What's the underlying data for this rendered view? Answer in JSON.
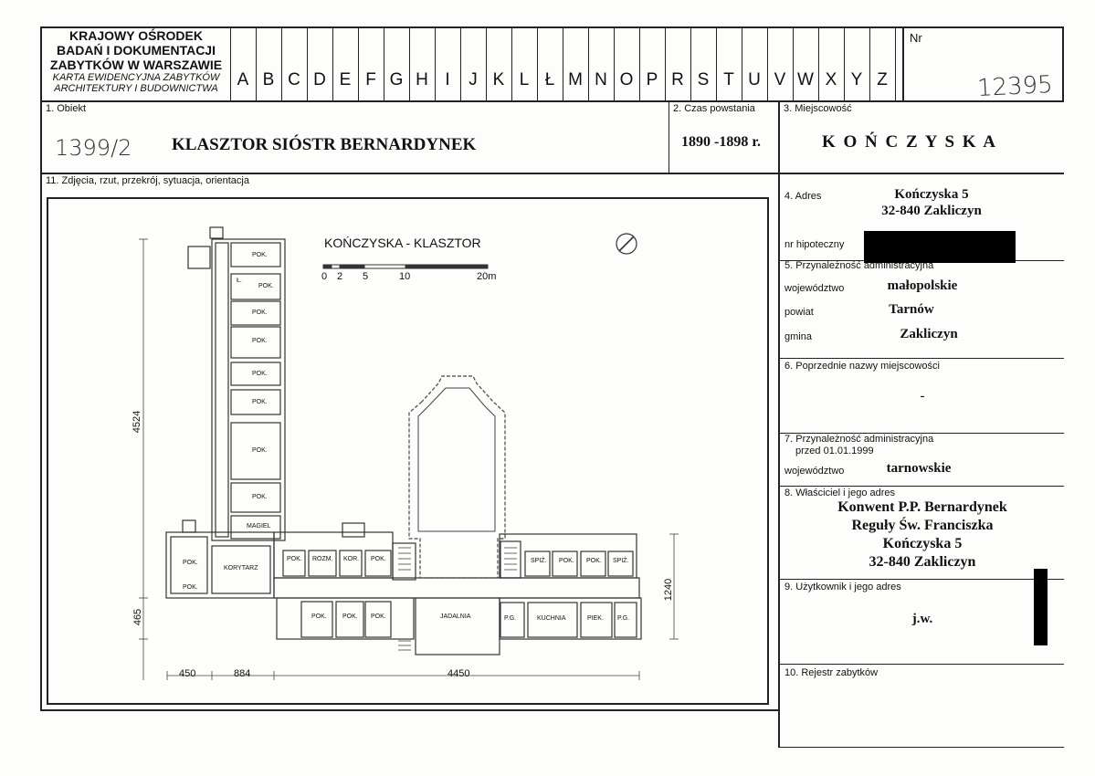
{
  "header": {
    "institution_lines": [
      "KRAJOWY OŚRODEK",
      "BADAŃ I DOKUMENTACJI",
      "ZABYTKÓW W WARSZAWIE"
    ],
    "subtitle_lines": [
      "KARTA EWIDENCYJNA ZABYTKÓW",
      "ARCHITEKTURY I BUDOWNICTWA"
    ],
    "letters": [
      "A",
      "B",
      "C",
      "D",
      "E",
      "F",
      "G",
      "H",
      "I",
      "J",
      "K",
      "L",
      "Ł",
      "M",
      "N",
      "O",
      "P",
      "R",
      "S",
      "T",
      "U",
      "V",
      "W",
      "X",
      "Y",
      "Z"
    ],
    "nr_label": "Nr",
    "nr_value": "12395"
  },
  "fields": {
    "obiekt_label": "1. Obiekt",
    "obiekt_value": "KLASZTOR SIÓSTR BERNARDYNEK",
    "obiekt_handwritten": "1399/2",
    "czas_label": "2. Czas powstania",
    "czas_value": "1890 -1898 r.",
    "miejscowosc_label": "3. Miejscowość",
    "miejscowosc_value": "K O Ń C Z Y S K A",
    "zdjecia_label": "11. Zdjęcia, rzut, przekrój, sytuacja, orientacja",
    "adres_label": "4. Adres",
    "adres_line1": "Kończyska 5",
    "adres_line2": "32-840 Zakliczyn",
    "hipoteczny_label": "nr hipoteczny",
    "przynaleznosc_label": "5. Przynależność administracyjna",
    "wojewodztwo_label": "województwo",
    "wojewodztwo_value": "małopolskie",
    "powiat_label": "powiat",
    "powiat_value": "Tarnów",
    "gmina_label": "gmina",
    "gmina_value": "Zakliczyn",
    "poprzednie_label": "6. Poprzednie nazwy miejscowości",
    "poprzednie_value": "-",
    "przynaleznosc_old_label1": "7. Przynależność administracyjna",
    "przynaleznosc_old_label2": "przed 01.01.1999",
    "wojewodztwo_old_label": "województwo",
    "wojewodztwo_old_value": "tarnowskie",
    "wlasciciel_label": "8. Właściciel i jego adres",
    "wlasciciel_lines": [
      "Konwent P.P. Bernardynek",
      "Reguły Św. Franciszka",
      "Kończyska 5",
      "32-840 Zakliczyn"
    ],
    "uzytkownik_label": "9. Użytkownik i jego adres",
    "uzytkownik_value": "j.w.",
    "rejestr_label": "10. Rejestr zabytków"
  },
  "plan": {
    "title": "KOŃCZYSKA - KLASZTOR",
    "scale_labels": [
      "0",
      "2",
      "5",
      "10",
      "20m"
    ],
    "dim_vertical_total": "4524",
    "dim_vertical_part": "465",
    "dim_right": "1240",
    "dim_bottom": [
      "450",
      "884",
      "4450"
    ],
    "rooms_wing": [
      "POK.",
      "POK.",
      "POK.",
      "POK.",
      "POK.",
      "POK.",
      "POK.",
      "POK.",
      "MAGIEL"
    ],
    "wing_small_label": "Ł.",
    "rooms_left": [
      "POK.",
      "POK.",
      "KORYTARZ"
    ],
    "rooms_front": [
      "POK.",
      "ROZM.",
      "KOR.",
      "POK."
    ],
    "rooms_back": [
      "POK.",
      "POK.",
      "POK."
    ],
    "jadalnia": "JADALNIA",
    "rooms_right_front": [
      "SPIŻ.",
      "POK.",
      "POK.",
      "SPIŻ."
    ],
    "rooms_right_back": [
      "P.G.",
      "KUCHNIA",
      "PIEK.",
      "P.G."
    ]
  }
}
